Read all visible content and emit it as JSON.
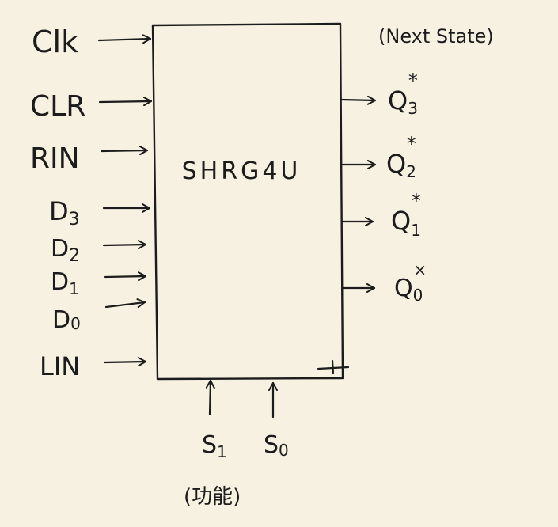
{
  "block": {
    "name": "SHRG4U"
  },
  "inputs": [
    {
      "id": "clk",
      "label": "Clk"
    },
    {
      "id": "clr",
      "label": "CLR"
    },
    {
      "id": "rin",
      "label": "RIN"
    },
    {
      "id": "d3",
      "label": "D",
      "sub": "3"
    },
    {
      "id": "d2",
      "label": "D",
      "sub": "2"
    },
    {
      "id": "d1",
      "label": "D",
      "sub": "1"
    },
    {
      "id": "d0",
      "label": "D",
      "sub": "0"
    },
    {
      "id": "lin",
      "label": "LIN"
    }
  ],
  "outputs_header": "(Next State)",
  "outputs": [
    {
      "id": "q3",
      "label": "Q",
      "sub": "3",
      "sup": "*"
    },
    {
      "id": "q2",
      "label": "Q",
      "sub": "2",
      "sup": "*"
    },
    {
      "id": "q1",
      "label": "Q",
      "sub": "1",
      "sup": "*"
    },
    {
      "id": "q0",
      "label": "Q",
      "sub": "0",
      "sup": "×"
    }
  ],
  "selects": [
    {
      "id": "s1",
      "label": "S",
      "sub": "1"
    },
    {
      "id": "s0",
      "label": "S",
      "sub": "0"
    }
  ],
  "selects_caption": "(功能)"
}
